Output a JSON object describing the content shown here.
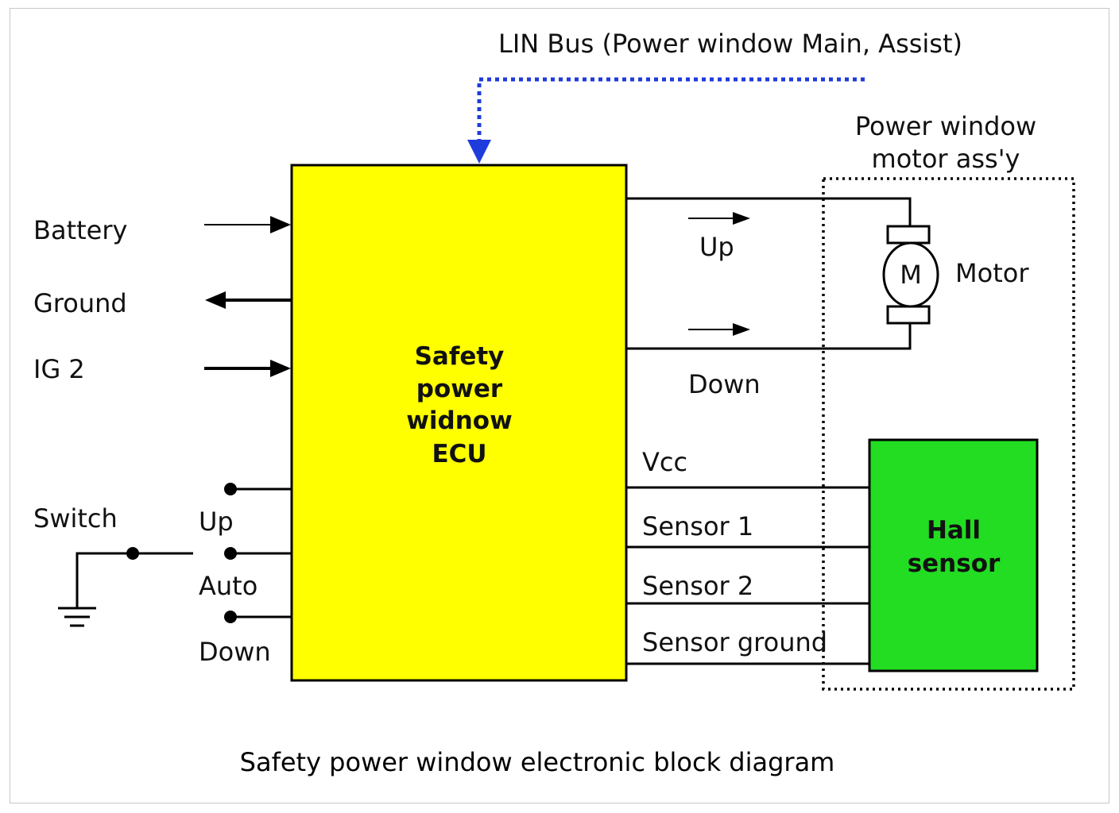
{
  "diagram": {
    "top_label": "LIN Bus (Power window Main, Assist)",
    "caption": "Safety power window electronic block diagram",
    "ecu": {
      "lines": [
        "Safety",
        "power",
        "widnow",
        "ECU"
      ],
      "color": "#ffff00"
    },
    "inputs": {
      "battery": "Battery",
      "ground": "Ground",
      "ig2": "IG 2"
    },
    "switch": {
      "label": "Switch",
      "up": "Up",
      "auto": "Auto",
      "down": "Down"
    },
    "motor_assy": {
      "label_line1": "Power window",
      "label_line2": "motor ass'y",
      "motor_symbol": "M",
      "motor_label": "Motor"
    },
    "motor_lines": {
      "up": "Up",
      "down": "Down"
    },
    "sensor_lines": {
      "vcc": "Vcc",
      "sensor1": "Sensor 1",
      "sensor2": "Sensor 2",
      "sensor_ground": "Sensor ground"
    },
    "hall_sensor": {
      "line1": "Hall",
      "line2": "sensor",
      "color": "#22dd22"
    },
    "colors": {
      "lin_bus": "#1f3bdc"
    }
  }
}
